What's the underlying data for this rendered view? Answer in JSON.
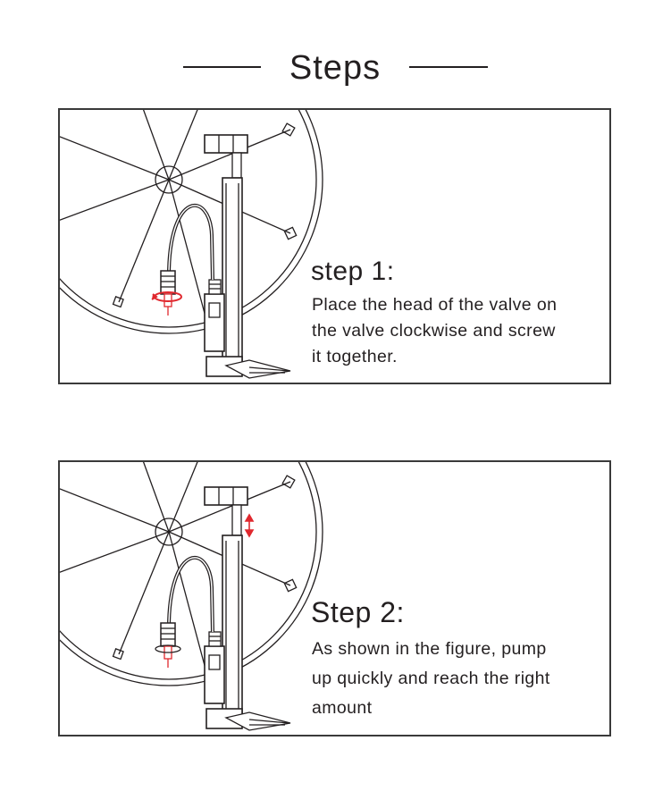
{
  "header": {
    "title": "Steps"
  },
  "steps": [
    {
      "title": "step 1:",
      "lines": [
        "Place the head of the valve on",
        "the valve clockwise and screw",
        "it together."
      ]
    },
    {
      "title": "Step 2:",
      "lines": [
        "As shown in the figure, pump",
        "up quickly and reach the right",
        "amount"
      ]
    }
  ],
  "colors": {
    "text": "#231f20",
    "border": "#3a3a3a",
    "accent_red": "#e0282e"
  },
  "icons": {
    "step1_rotation": "clockwise-rotation-arrow-icon",
    "step2_motion": "up-down-arrow-icon"
  }
}
